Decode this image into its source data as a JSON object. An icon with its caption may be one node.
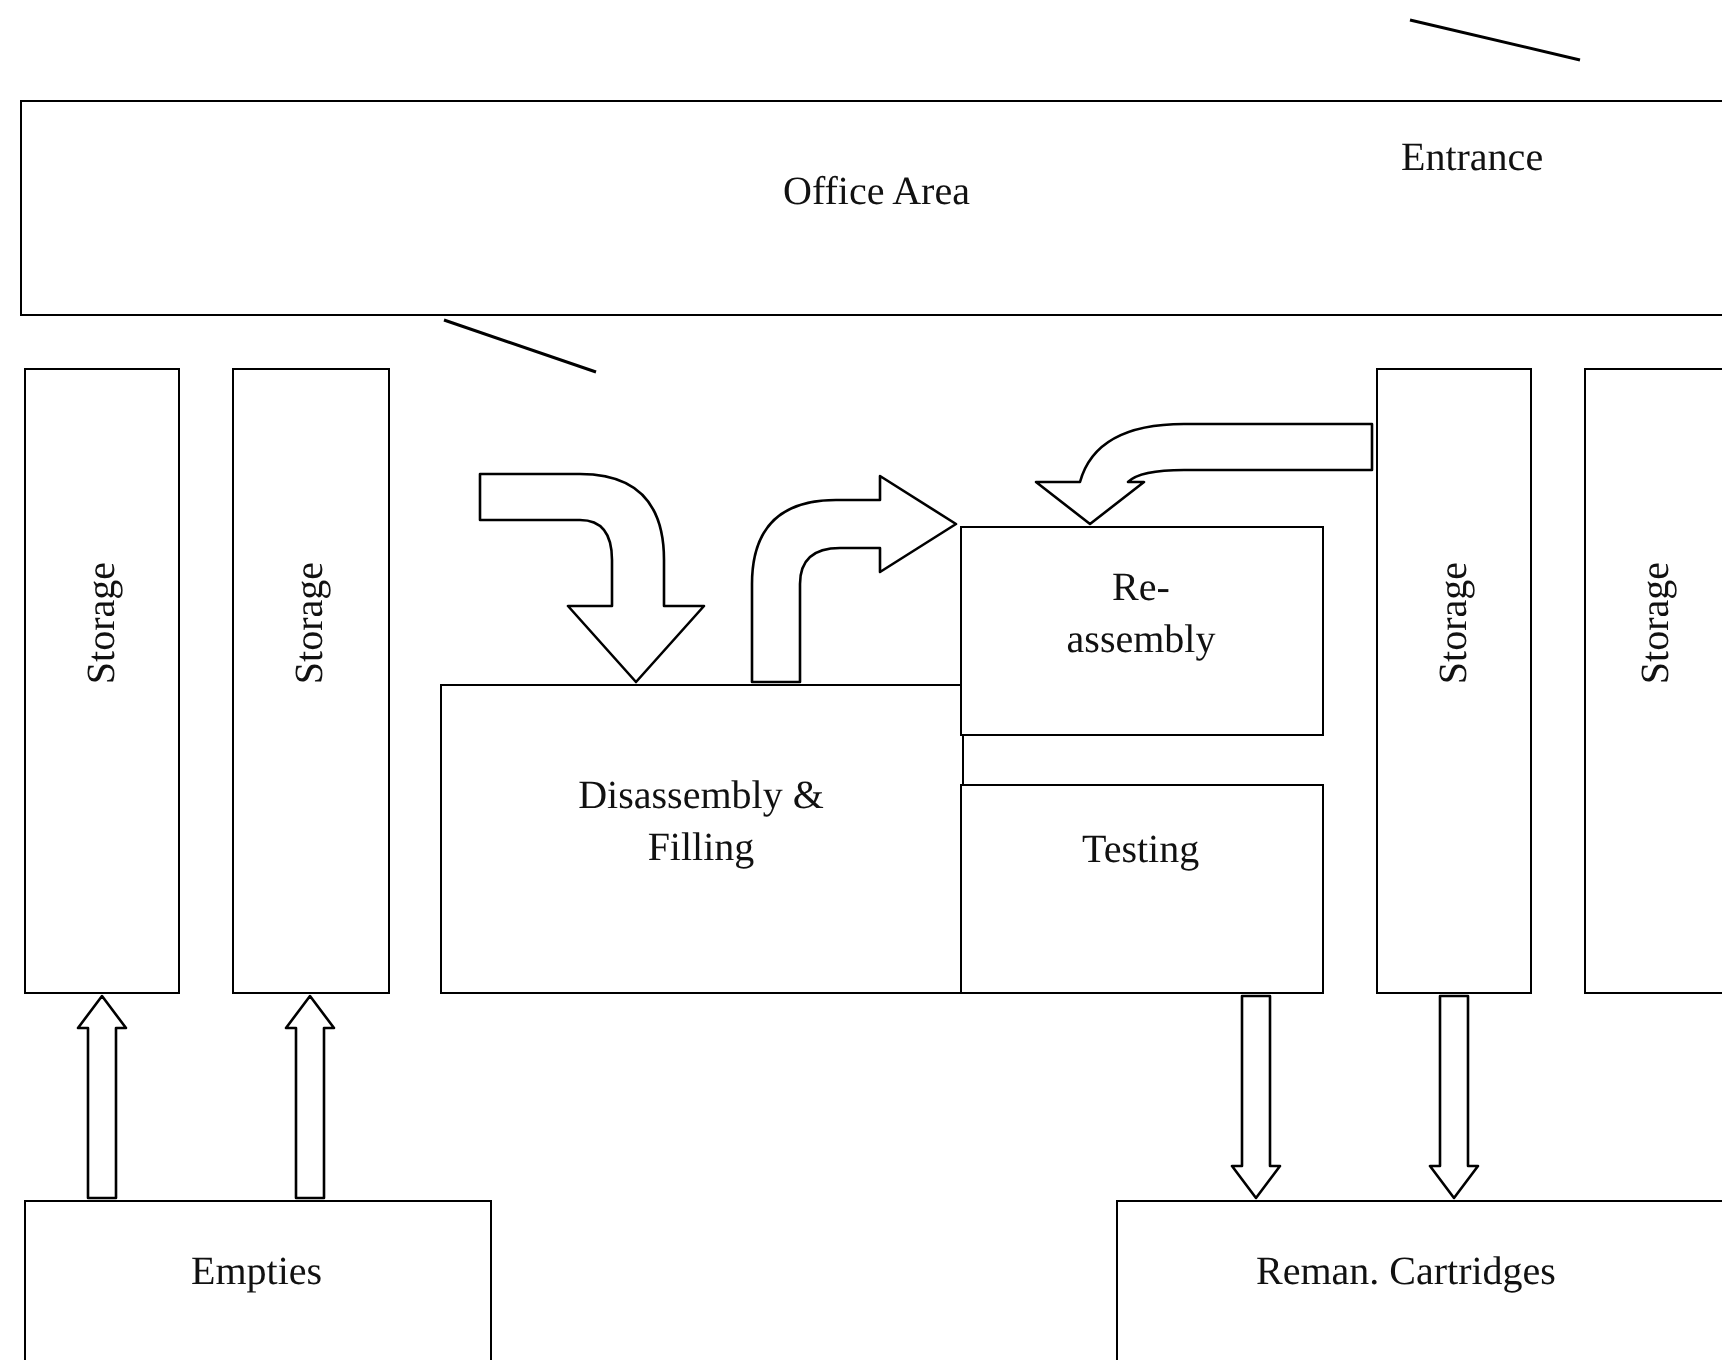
{
  "diagram": {
    "nodes": [
      {
        "text": [
          "Office Area",
          "Entrance"
        ]
      },
      {
        "text": [
          "Storage"
        ]
      },
      {
        "text": [
          "Storage"
        ]
      },
      {
        "text": [
          "Disassembly & Filling"
        ]
      },
      {
        "text": [
          "Re- assembly"
        ]
      },
      {
        "text": [
          "Testing"
        ]
      },
      {
        "text": [
          "Storage"
        ]
      },
      {
        "text": [
          "Storage"
        ]
      },
      {
        "text": [
          "Empties"
        ]
      },
      {
        "text": [
          "Reman. Cartridges"
        ]
      }
    ],
    "edges": [
      {
        "from": 8,
        "to": 1,
        "arrow": "to"
      },
      {
        "from": 8,
        "to": 2,
        "arrow": "to"
      },
      {
        "from": null,
        "to": 3,
        "arrow": "to"
      },
      {
        "from": 3,
        "to": 4,
        "arrow": "to"
      },
      {
        "from": 6,
        "to": 4,
        "arrow": "to"
      },
      {
        "from": 5,
        "to": 9,
        "arrow": "to"
      },
      {
        "from": 6,
        "to": 9,
        "arrow": "to"
      }
    ]
  }
}
